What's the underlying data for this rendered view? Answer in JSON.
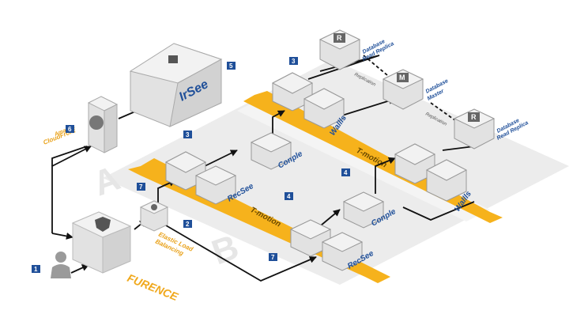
{
  "badges": [
    "1",
    "2",
    "3",
    "3",
    "4",
    "4",
    "5",
    "6",
    "7",
    "7"
  ],
  "labels": {
    "furence": "FURENCE",
    "elb": [
      "Elastic Load",
      "Balancing"
    ],
    "cloudfront": [
      "Amazon",
      "CloudFront"
    ],
    "irsee": "IrSee",
    "db_replica_1": [
      "Database",
      "Read Replica"
    ],
    "db_master": [
      "Database",
      "Master"
    ],
    "db_replica_2": [
      "Database",
      "Read Replica"
    ],
    "replication_1": "Replication",
    "replication_2": "Replication",
    "zone_a": "A",
    "zone_b": "B",
    "band_top": "T-motion",
    "band_bottom": "T-motion",
    "recsee_1": "RecSee",
    "recsee_2": "RecSee",
    "conple_1": "Conple",
    "conple_2": "Conple",
    "walls_1": "Wallls",
    "walls_2": "Wallls",
    "replica_letter": "R",
    "master_letter": "M"
  },
  "colors": {
    "band": "#f6b21c",
    "badge": "#1f4f99",
    "zone": "#ececec",
    "box_top": "#f2f2f2",
    "box_side": "#d2d2d2",
    "box_front": "#e2e2e2",
    "line": "#111111"
  }
}
